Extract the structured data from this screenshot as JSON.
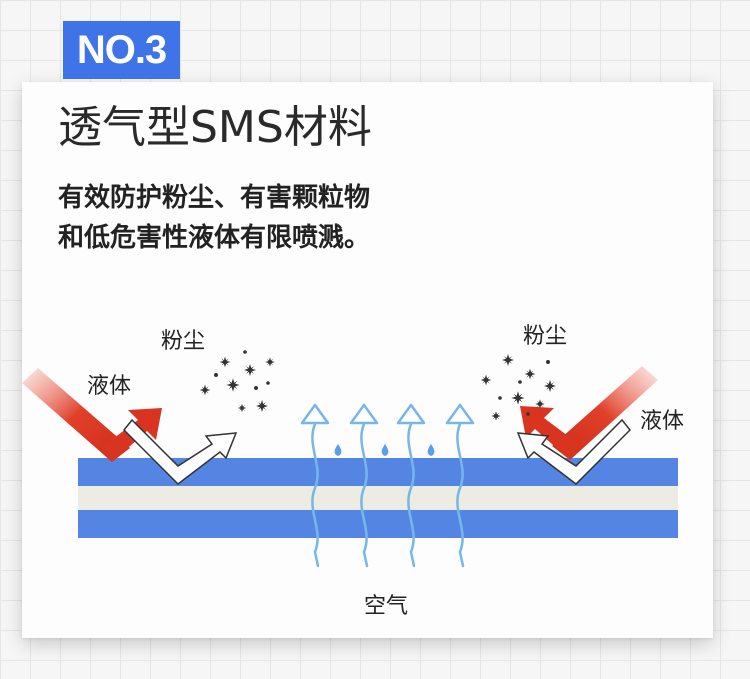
{
  "badge": "NO.3",
  "title": "透气型SMS材料",
  "description": {
    "line1": "有效防护粉尘、有害颗粒物",
    "line2": "和低危害性液体有限喷溅。"
  },
  "diagram": {
    "left_dust_label": "粉尘",
    "left_liquid_label": "液体",
    "right_dust_label": "粉尘",
    "right_liquid_label": "液体",
    "air_label": "空气"
  },
  "colors": {
    "accent_blue": "#3f73e8",
    "layer_blue": "#5485e2",
    "layer_middle": "#ecebe4",
    "liquid_red": "#d8341f",
    "air_blue": "#77b7e8"
  }
}
